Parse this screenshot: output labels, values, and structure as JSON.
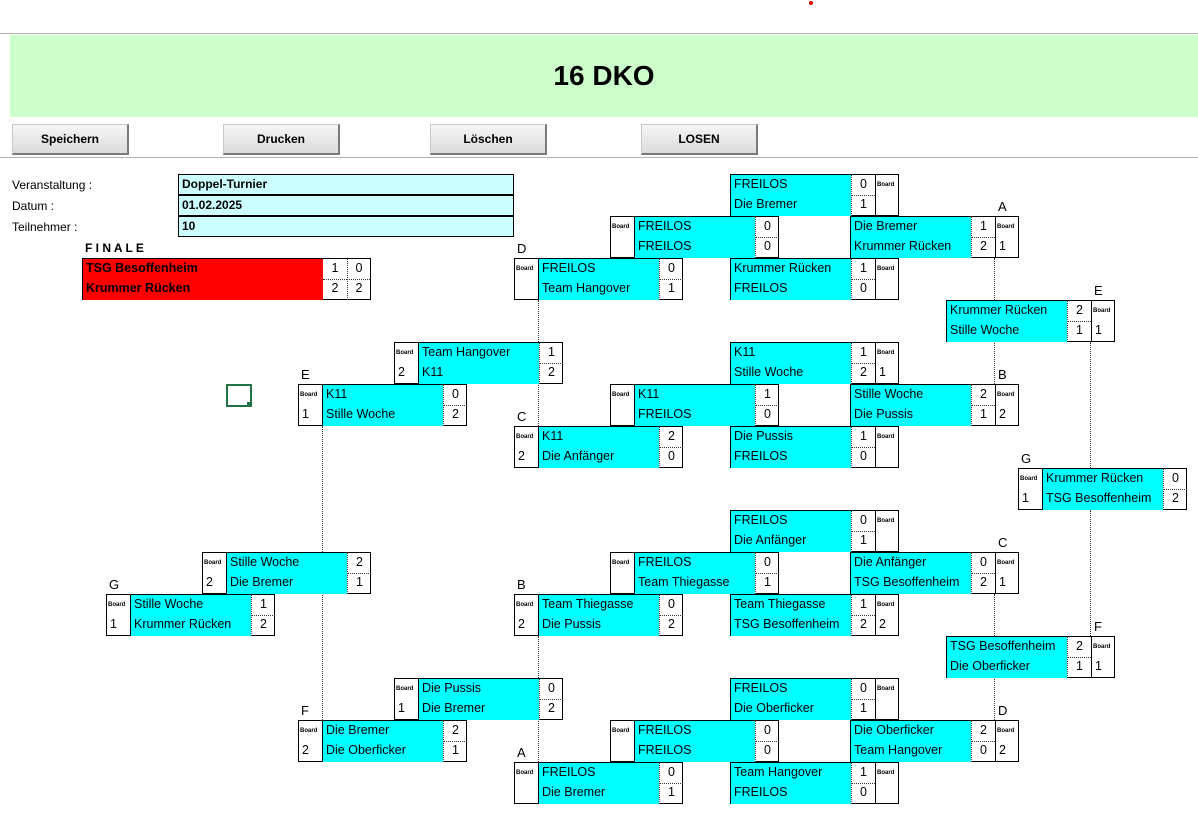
{
  "title": "16 DKO",
  "buttons": {
    "save": "Speichern",
    "print": "Drucken",
    "delete": "Löschen",
    "draw": "LOSEN"
  },
  "info": {
    "event_label": "Veranstaltung :",
    "event": "Doppel-Turnier",
    "date_label": "Datum :",
    "date": "01.02.2025",
    "participants_label": "Teilnehmer :",
    "participants": "10"
  },
  "board_label": "Board",
  "finale": {
    "title": "F I N A L E",
    "teams": [
      {
        "name": "TSG Besoffenheim",
        "s1": "1",
        "s2": "0"
      },
      {
        "name": "Krummer Rücken",
        "s1": "2",
        "s2": "2"
      }
    ]
  },
  "matches": [
    {
      "label": "",
      "board": "",
      "teams": [
        {
          "name": "FREILOS",
          "score": "0"
        },
        {
          "name": "Die Bremer",
          "score": "1"
        }
      ]
    },
    {
      "label": "",
      "board": "",
      "teams": [
        {
          "name": "FREILOS",
          "score": "0"
        },
        {
          "name": "FREILOS",
          "score": "0"
        }
      ]
    },
    {
      "label": "A",
      "board": "1",
      "teams": [
        {
          "name": "Die Bremer",
          "score": "1"
        },
        {
          "name": "Krummer Rücken",
          "score": "2"
        }
      ]
    },
    {
      "label": "D",
      "board": "",
      "teams": [
        {
          "name": "FREILOS",
          "score": "0"
        },
        {
          "name": "Team Hangover",
          "score": "1"
        }
      ]
    },
    {
      "label": "",
      "board": "",
      "teams": [
        {
          "name": "Krummer Rücken",
          "score": "1"
        },
        {
          "name": "FREILOS",
          "score": "0"
        }
      ]
    },
    {
      "label": "E",
      "board": "1",
      "teams": [
        {
          "name": "Krummer Rücken",
          "score": "2"
        },
        {
          "name": "Stille Woche",
          "score": "1"
        }
      ]
    },
    {
      "label": "",
      "board": "2",
      "teams": [
        {
          "name": "Team Hangover",
          "score": "1"
        },
        {
          "name": "K11",
          "score": "2"
        }
      ]
    },
    {
      "label": "",
      "board": "1",
      "teams": [
        {
          "name": "K11",
          "score": "1"
        },
        {
          "name": "Stille Woche",
          "score": "2"
        }
      ]
    },
    {
      "label": "E",
      "board": "1",
      "teams": [
        {
          "name": "K11",
          "score": "0"
        },
        {
          "name": "Stille Woche",
          "score": "2"
        }
      ]
    },
    {
      "label": "",
      "board": "",
      "teams": [
        {
          "name": "K11",
          "score": "1"
        },
        {
          "name": "FREILOS",
          "score": "0"
        }
      ]
    },
    {
      "label": "B",
      "board": "2",
      "teams": [
        {
          "name": "Stille Woche",
          "score": "2"
        },
        {
          "name": "Die Pussis",
          "score": "1"
        }
      ]
    },
    {
      "label": "C",
      "board": "2",
      "teams": [
        {
          "name": "K11",
          "score": "2"
        },
        {
          "name": "Die Anfänger",
          "score": "0"
        }
      ]
    },
    {
      "label": "",
      "board": "",
      "teams": [
        {
          "name": "Die Pussis",
          "score": "1"
        },
        {
          "name": "FREILOS",
          "score": "0"
        }
      ]
    },
    {
      "label": "G",
      "board": "1",
      "teams": [
        {
          "name": "Krummer Rücken",
          "score": "0"
        },
        {
          "name": "TSG Besoffenheim",
          "score": "2"
        }
      ]
    },
    {
      "label": "",
      "board": "",
      "teams": [
        {
          "name": "FREILOS",
          "score": "0"
        },
        {
          "name": "Die Anfänger",
          "score": "1"
        }
      ]
    },
    {
      "label": "",
      "board": "",
      "teams": [
        {
          "name": "FREILOS",
          "score": "0"
        },
        {
          "name": "Team Thiegasse",
          "score": "1"
        }
      ]
    },
    {
      "label": "C",
      "board": "1",
      "teams": [
        {
          "name": "Die Anfänger",
          "score": "0"
        },
        {
          "name": "TSG Besoffenheim",
          "score": "2"
        }
      ]
    },
    {
      "label": "B",
      "board": "2",
      "teams": [
        {
          "name": "Team Thiegasse",
          "score": "0"
        },
        {
          "name": "Die Pussis",
          "score": "2"
        }
      ]
    },
    {
      "label": "",
      "board": "2",
      "teams": [
        {
          "name": "Team Thiegasse",
          "score": "1"
        },
        {
          "name": "TSG Besoffenheim",
          "score": "2"
        }
      ]
    },
    {
      "label": "F",
      "board": "1",
      "teams": [
        {
          "name": "TSG Besoffenheim",
          "score": "2"
        },
        {
          "name": "Die Oberficker",
          "score": "1"
        }
      ]
    },
    {
      "label": "",
      "board": "2",
      "teams": [
        {
          "name": "Stille Woche",
          "score": "2"
        },
        {
          "name": "Die Bremer",
          "score": "1"
        }
      ]
    },
    {
      "label": "G",
      "board": "1",
      "teams": [
        {
          "name": "Stille Woche",
          "score": "1"
        },
        {
          "name": "Krummer Rücken",
          "score": "2"
        }
      ]
    },
    {
      "label": "",
      "board": "1",
      "teams": [
        {
          "name": "Die Pussis",
          "score": "0"
        },
        {
          "name": "Die Bremer",
          "score": "2"
        }
      ]
    },
    {
      "label": "",
      "board": "",
      "teams": [
        {
          "name": "FREILOS",
          "score": "0"
        },
        {
          "name": "Die Oberficker",
          "score": "1"
        }
      ]
    },
    {
      "label": "F",
      "board": "2",
      "teams": [
        {
          "name": "Die Bremer",
          "score": "2"
        },
        {
          "name": "Die Oberficker",
          "score": "1"
        }
      ]
    },
    {
      "label": "",
      "board": "",
      "teams": [
        {
          "name": "FREILOS",
          "score": "0"
        },
        {
          "name": "FREILOS",
          "score": "0"
        }
      ]
    },
    {
      "label": "D",
      "board": "2",
      "teams": [
        {
          "name": "Die Oberficker",
          "score": "2"
        },
        {
          "name": "Team Hangover",
          "score": "0"
        }
      ]
    },
    {
      "label": "A",
      "board": "",
      "teams": [
        {
          "name": "FREILOS",
          "score": "0"
        },
        {
          "name": "Die Bremer",
          "score": "1"
        }
      ]
    },
    {
      "label": "",
      "board": "",
      "teams": [
        {
          "name": "Team Hangover",
          "score": "1"
        },
        {
          "name": "FREILOS",
          "score": "0"
        }
      ]
    }
  ]
}
